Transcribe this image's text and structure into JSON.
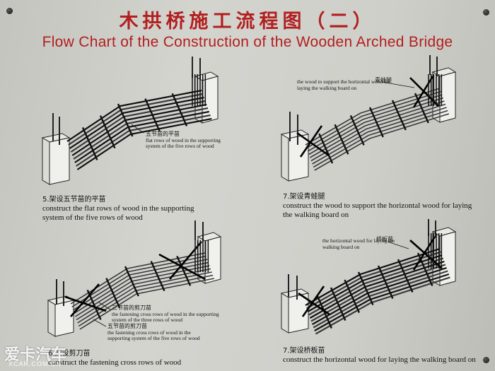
{
  "title": {
    "chinese": "木拱桥施工流程图（二）",
    "english": "Flow Chart of the Construction of the Wooden Arched Bridge"
  },
  "panels": [
    {
      "id": "step-5",
      "step_cn": "5.架设五节苗的平苗",
      "step_en": "construct the flat rows of wood in the supporting system of the five rows of wood",
      "labels": [
        {
          "cn": "五节苗的平苗",
          "en": "flat rows of wood in the supporting system of the five rows of wood"
        }
      ]
    },
    {
      "id": "step-7a",
      "step_cn": "7.架设青蛙腿",
      "step_en": "construct the wood to support the horizontal wood for laying the walking board on",
      "labels": [
        {
          "cn": "青蛙腿",
          "en": "the wood to support the horizontal wood for laying the walking board on"
        }
      ]
    },
    {
      "id": "step-6",
      "step_cn": "6.架设剪刀苗",
      "step_en": "construct the fastening cross rows of wood",
      "labels": [
        {
          "cn": "三节苗的剪刀苗",
          "en": "the fastening cross rows of wood in the supporting system of the three rows of wood"
        },
        {
          "cn": "五节苗的剪刀苗",
          "en": "the fastening cross rows of wood in the supporting system of the five rows of wood"
        }
      ]
    },
    {
      "id": "step-7b",
      "step_cn": "7.架设桥板苗",
      "step_en": "construct the horizontal wood for laying the walking board on",
      "labels": [
        {
          "cn": "桥板苗",
          "en": "the horizontal wood for laying the walking board on"
        }
      ]
    }
  ],
  "watermark": {
    "brand": "爱卡汽车",
    "site": "XCAR.COM.CN"
  },
  "colors": {
    "title": "#b21f1f",
    "board": "#cfcfca",
    "ink": "#111111"
  }
}
